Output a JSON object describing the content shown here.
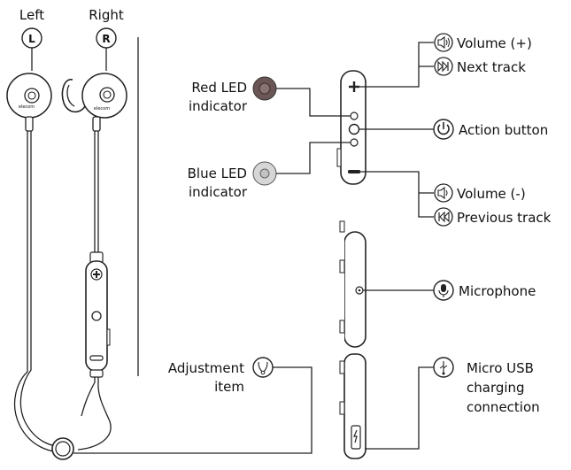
{
  "headers": {
    "left": "Left",
    "right": "Right"
  },
  "badges": {
    "left": "L",
    "right": "R"
  },
  "brand": "elecom",
  "labels": {
    "red_led_1": "Red LED",
    "red_led_2": "indicator",
    "blue_led_1": "Blue LED",
    "blue_led_2": "indicator",
    "volume_up": "Volume (+)",
    "next_track": "Next track",
    "action_button": "Action button",
    "volume_down": "Volume (-)",
    "previous_track": "Previous track",
    "microphone": "Microphone",
    "adjustment_1": "Adjustment",
    "adjustment_2": "item",
    "usb_1": "Micro USB",
    "usb_2": "charging",
    "usb_3": "connection"
  },
  "icons": {
    "volume_up": "speaker-loud-icon",
    "next_track": "next-track-icon",
    "action_button": "power-icon",
    "volume_down": "speaker-quiet-icon",
    "previous_track": "previous-track-icon",
    "microphone": "microphone-icon",
    "adjustment": "ear-hook-icon",
    "usb": "usb-icon"
  },
  "colors": {
    "red_led": "#6b5656",
    "blue_led": "#c9c9c9",
    "line": "#222222"
  }
}
